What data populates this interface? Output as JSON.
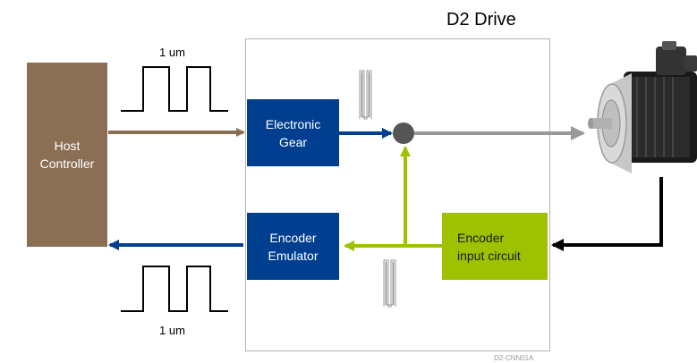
{
  "title": "D2  Drive",
  "blocks": {
    "host_controller": "Host\nController",
    "electronic_gear": "Electronic\nGear",
    "encoder_emulator": "Encoder\nEmulator",
    "encoder_input": "Encoder\ninput circuit"
  },
  "pulse_labels": {
    "top": "1 um",
    "bottom": "1 um"
  },
  "figure_id": "D2-CNN01A",
  "colors": {
    "host": "#8b6f55",
    "blue_block": "#003f8f",
    "green": "#9ec200",
    "gray_arrow": "#999999",
    "black": "#000000"
  },
  "icons": {
    "motor": "servo-motor-icon"
  }
}
